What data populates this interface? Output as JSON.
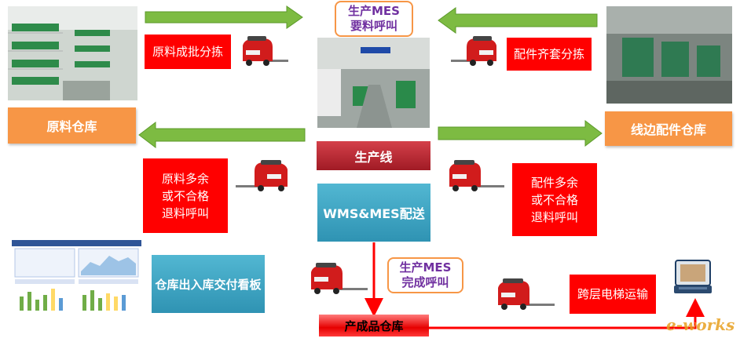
{
  "boxes": {
    "raw_warehouse": "原料仓库",
    "line_parts_warehouse": "线边配件仓库",
    "production_line": "生产线",
    "wms_mes": "WMS&MES配送",
    "dashboard_label": "仓库出入库交付看板",
    "finished_warehouse": "产成品仓库"
  },
  "red_notes": {
    "raw_batch_pick": "原料成批分拣",
    "parts_kit_pick": "配件齐套分拣",
    "raw_return": [
      "原料多余",
      "或不合格",
      "退料呼叫"
    ],
    "parts_return": [
      "配件多余",
      "或不合格",
      "退料呼叫"
    ],
    "elevator": "跨层电梯运输"
  },
  "callouts": {
    "mes_request": [
      "生产MES",
      "要料呼叫"
    ],
    "mes_complete": [
      "生产MES",
      "完成呼叫"
    ]
  },
  "watermark": "e-works",
  "colors": {
    "arrow_green": "#7dbb42",
    "box_orange": "#f79646",
    "note_red": "#ff0000",
    "box_teal": "#2f93b3",
    "line_red": "#ff0000"
  }
}
